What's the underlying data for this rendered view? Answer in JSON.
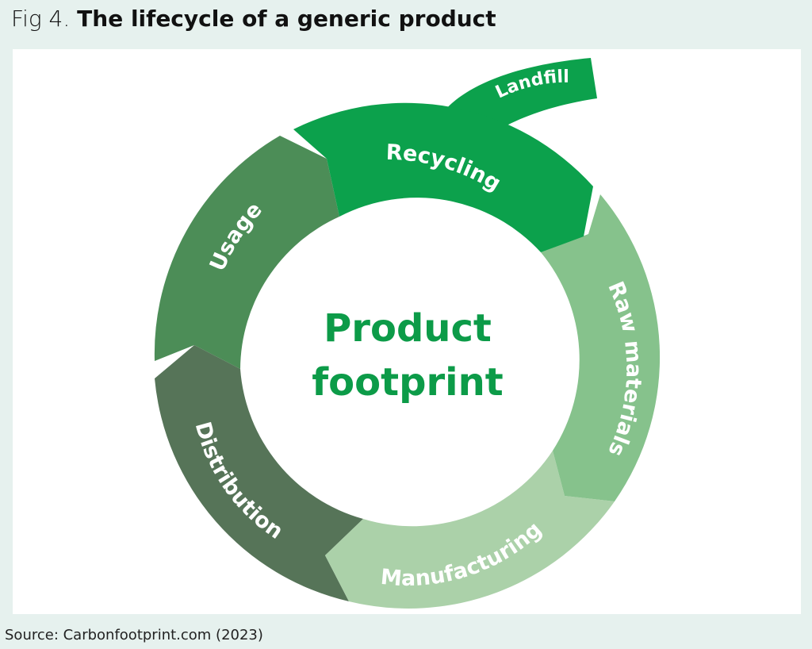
{
  "title": {
    "prefix": "Fig 4.",
    "text": "The lifecycle of a generic product"
  },
  "center": {
    "line1": "Product",
    "line2": "footprint",
    "color": "#0c9b48"
  },
  "stages": [
    {
      "id": "recycling",
      "label": "Recycling",
      "color": "#0ca14c"
    },
    {
      "id": "raw-materials",
      "label": "Raw materials",
      "color": "#86c28c"
    },
    {
      "id": "manufacturing",
      "label": "Manufacturing",
      "color": "#abd1a9"
    },
    {
      "id": "distribution",
      "label": "Distribution",
      "color": "#567458"
    },
    {
      "id": "usage",
      "label": "Usage",
      "color": "#4c8d57"
    }
  ],
  "landfill": {
    "label": "Landfill",
    "color": "#0ca14c"
  },
  "source": "Source: Carbonfootprint.com (2023)"
}
